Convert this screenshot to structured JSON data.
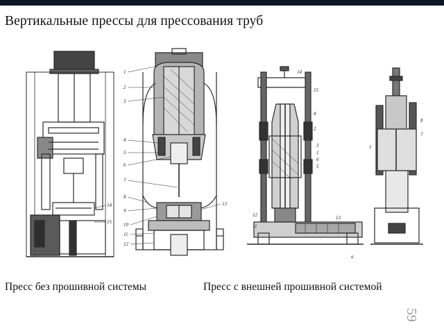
{
  "slide": {
    "title": "Вертикальные прессы для прессования труб",
    "caption_left": "Пресс без прошивной системы",
    "caption_right": "Пресс с внешней прошивной системой",
    "page_number": "59",
    "colors": {
      "top_bar": "#0d1626",
      "text": "#111111",
      "page_number": "#9a9a9a"
    }
  },
  "figure_left": {
    "part_labels_front": [
      "14",
      "15"
    ],
    "part_labels_section": [
      "1",
      "2",
      "3",
      "4",
      "5",
      "6",
      "7",
      "8",
      "9",
      "10",
      "11",
      "12",
      "13"
    ]
  },
  "figure_right": {
    "part_labels_front": [
      "14",
      "15",
      "4",
      "2",
      "3",
      "1",
      "6",
      "5",
      "12",
      "11",
      "13"
    ],
    "part_labels_side": [
      "8",
      "7",
      "1"
    ],
    "sub_caption": "a"
  }
}
